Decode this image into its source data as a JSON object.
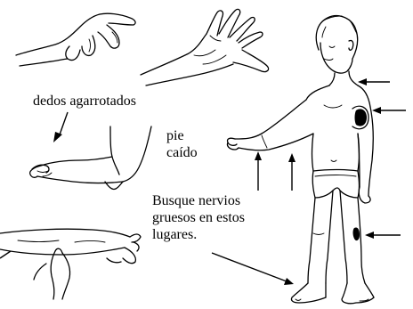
{
  "labels": {
    "clawed_fingers": "dedos agarrotados",
    "foot_drop_line1": "pie",
    "foot_drop_line2": "caído",
    "nerves_line1": "Busque nervios",
    "nerves_line2": "gruesos en estos",
    "nerves_line3": "lugares."
  },
  "colors": {
    "ink": "#000000",
    "paper": "#ffffff"
  }
}
